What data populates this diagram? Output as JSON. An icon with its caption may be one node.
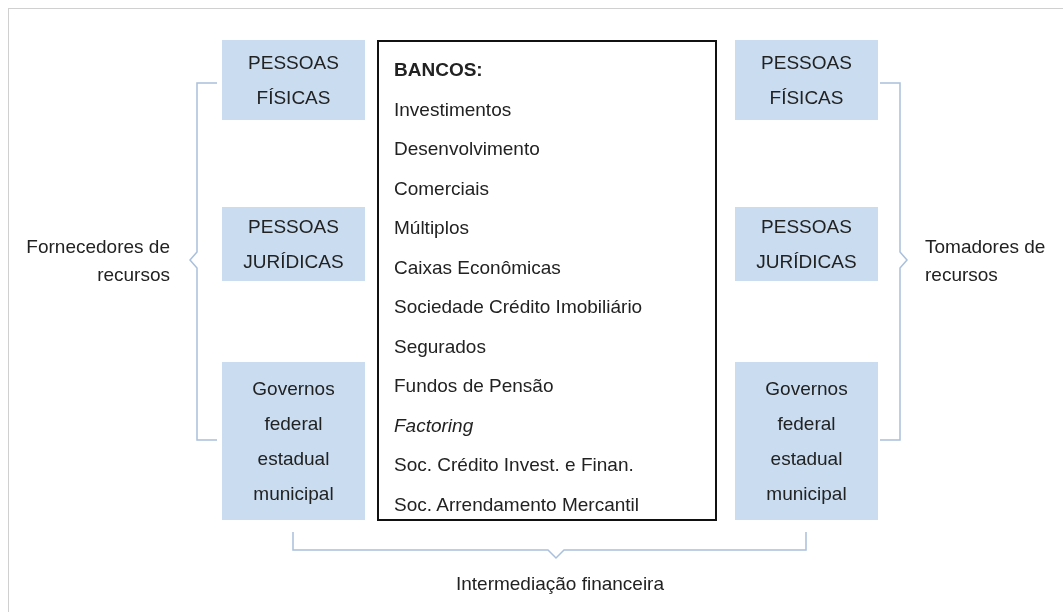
{
  "diagram": {
    "nodes": [
      {
        "text": [
          "PESSOAS FÍSICAS"
        ]
      },
      {
        "text": [
          "BANCOS:",
          "Investimentos",
          "Desenvolvimento",
          "Comerciais",
          "Múltiplos",
          "Caixas Econômicas",
          "Sociedade Crédito Imobiliário",
          "Segurados",
          "Fundos de Pensão",
          "Factoring",
          "Soc. Crédito Invest. e Finan.",
          "Soc. Arrendamento Mercantil"
        ]
      },
      {
        "text": [
          "PESSOAS FÍSICAS"
        ]
      },
      {
        "text": [
          "PESSOAS JURÍDICAS"
        ]
      },
      {
        "text": [
          "PESSOAS JURÍDICAS"
        ]
      },
      {
        "text": [
          "Governos federal estadual municipal"
        ]
      },
      {
        "text": [
          "Governos federal estadual municipal"
        ]
      }
    ],
    "labels": [
      "Fornecedores de recursos",
      "Tomadores de recursos",
      "Intermediação financeira"
    ]
  }
}
